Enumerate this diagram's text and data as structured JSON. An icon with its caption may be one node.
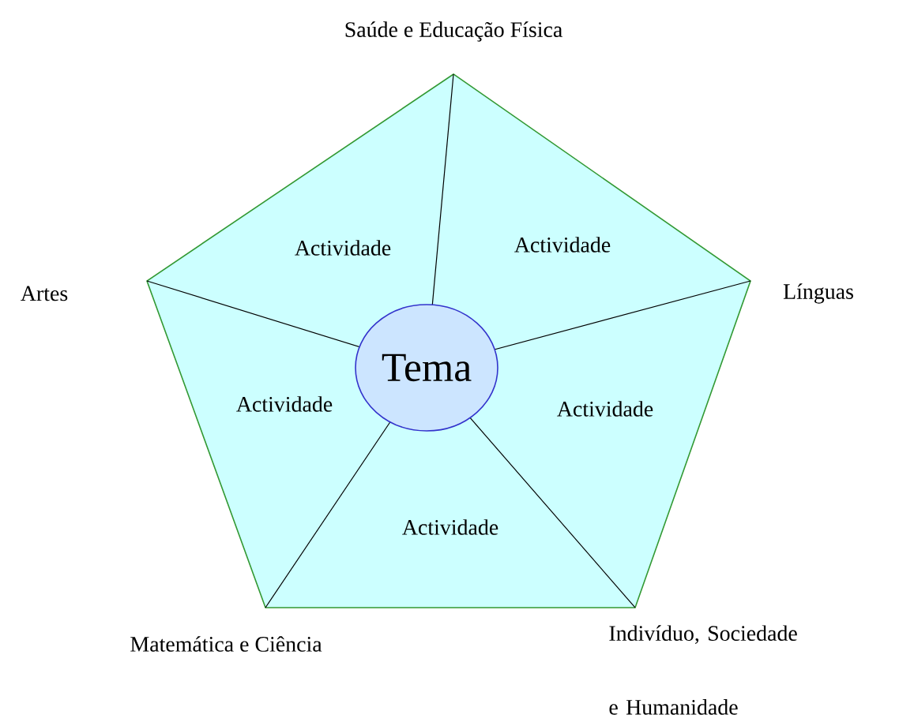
{
  "diagram": {
    "nodes": [
      {
        "text": [],
        "shape": "pentagon"
      },
      {
        "text": [
          "Tema"
        ],
        "in": 0
      }
    ],
    "labels": [
      "Saúde e Educação Física",
      "Actividade",
      "Actividade",
      "Artes",
      "Línguas",
      "Actividade",
      "Actividade",
      "Actividade",
      "Matemática e Ciência",
      "Indivíduo, Sociedade e Humanidade"
    ]
  }
}
